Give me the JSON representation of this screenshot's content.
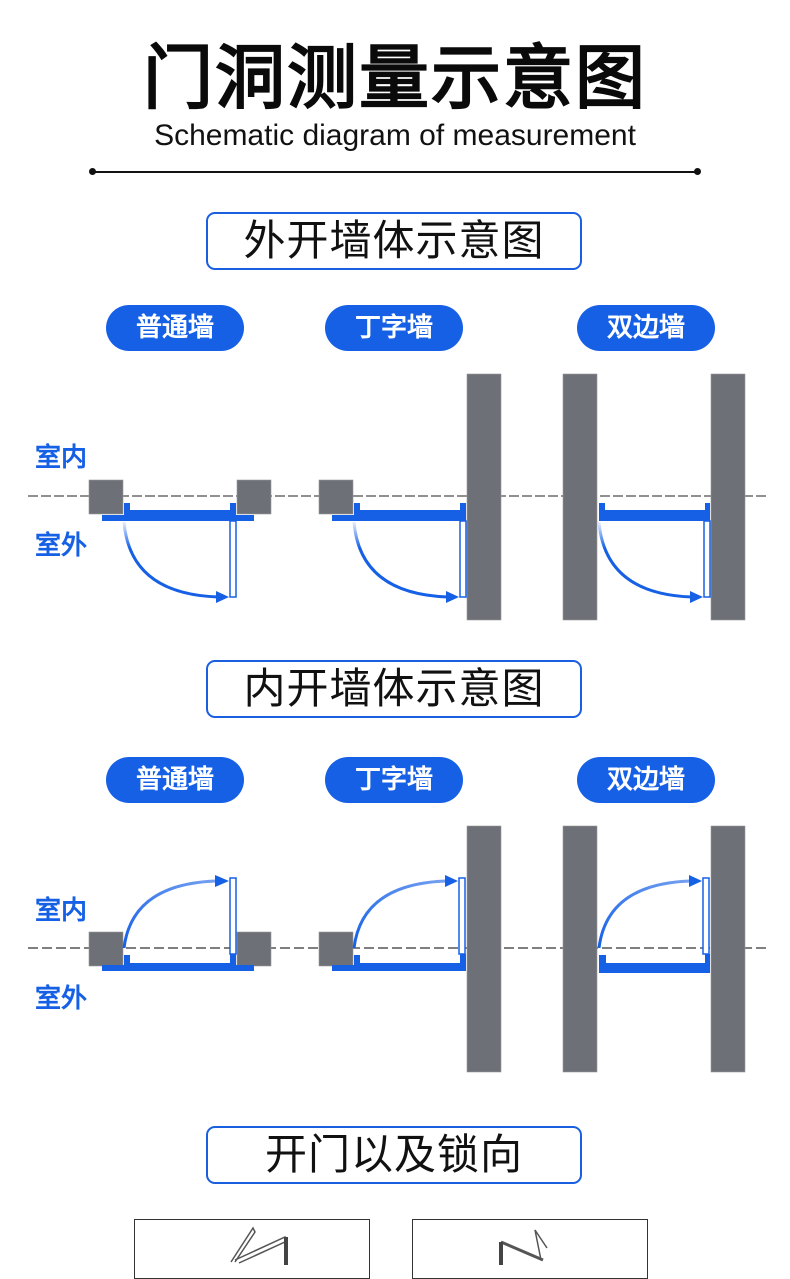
{
  "header": {
    "title": "门洞测量示意图",
    "subtitle": "Schematic diagram of measurement"
  },
  "colors": {
    "accent": "#1660e6",
    "wall": "#6e7077",
    "text": "#111111"
  },
  "sections": [
    {
      "title": "外开墙体示意图",
      "opening": "outward",
      "badges": [
        "普通墙",
        "丁字墙",
        "双边墙"
      ],
      "labels": {
        "indoor": "室内",
        "outdoor": "室外"
      }
    },
    {
      "title": "内开墙体示意图",
      "opening": "inward",
      "badges": [
        "普通墙",
        "丁字墙",
        "双边墙"
      ],
      "labels": {
        "indoor": "室内",
        "outdoor": "室外"
      }
    },
    {
      "title": "开门以及锁向"
    }
  ]
}
